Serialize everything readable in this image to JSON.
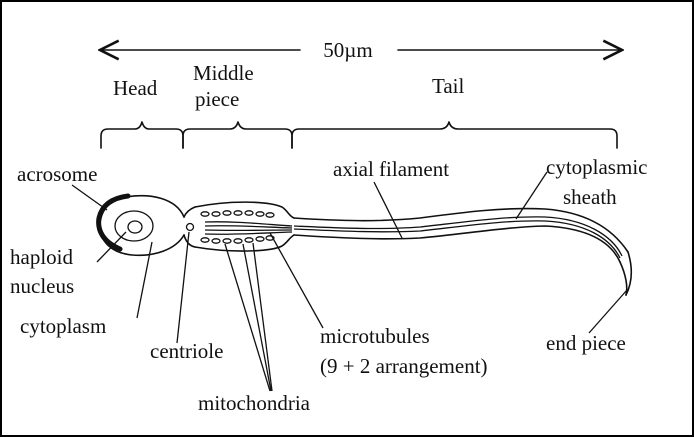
{
  "scale": {
    "label": "50µm"
  },
  "regions": {
    "head": "Head",
    "middle_1": "Middle",
    "middle_2": "piece",
    "tail": "Tail"
  },
  "labels": {
    "acrosome": "acrosome",
    "haploid": "haploid",
    "nucleus": "nucleus",
    "cytoplasm": "cytoplasm",
    "centriole": "centriole",
    "mitochondria": "mitochondria",
    "microtubules": "microtubules",
    "arrangement": "(9 + 2 arrangement)",
    "axial_filament": "axial filament",
    "cytoplasmic": "cytoplasmic",
    "sheath": "sheath",
    "end_piece": "end piece"
  }
}
